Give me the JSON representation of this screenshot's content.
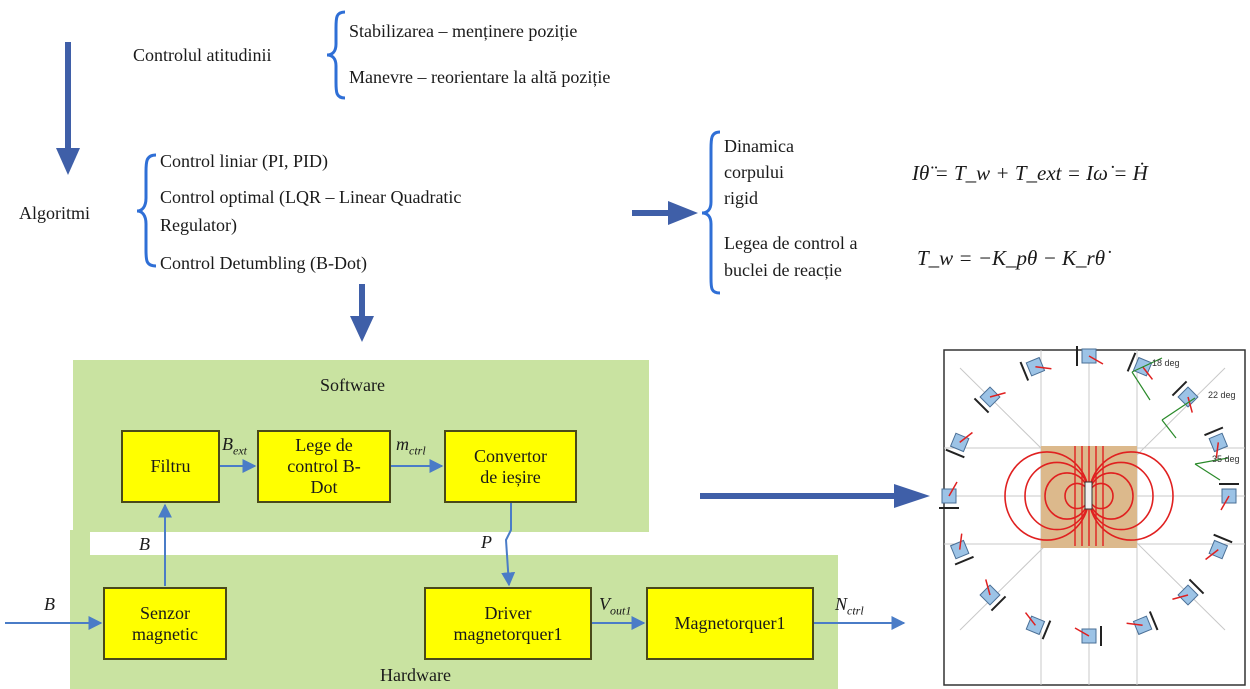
{
  "attitude": {
    "label": "Controlul atitudinii",
    "items": [
      "Stabilizarea – menținere poziție",
      "Manevre – reorientare la altă poziție"
    ]
  },
  "algorithms": {
    "label": "Algoritmi",
    "items": [
      "Control liniar (PI, PID)",
      "Control optimal (LQR – Linear Quadratic",
      "Regulator)",
      "Control Detumbling (B-Dot)"
    ]
  },
  "dynamics": {
    "label_lines": [
      "Dinamica",
      "corpului",
      "rigid"
    ],
    "equation": "Iθ̈ = T_w + T_ext = Iω̇ = Ḣ"
  },
  "control_law": {
    "label_lines": [
      "Legea de control a",
      "buclei de reacție"
    ],
    "equation": "T_w = −K_pθ − K_rθ̇"
  },
  "blocks": {
    "software_label": "Software",
    "hardware_label": "Hardware",
    "filtru": "Filtru",
    "lege_lines": [
      "Lege de",
      "control B-",
      "Dot"
    ],
    "convertor_lines": [
      "Convertor",
      "de ieșire"
    ],
    "senzor_lines": [
      "Senzor",
      "magnetic"
    ],
    "driver_lines": [
      "Driver",
      "magnetorquer1"
    ],
    "magnetorquer": "Magnetorquer1"
  },
  "signals": {
    "b_in": "B",
    "b_sensor": "B",
    "b_ext_main": "B",
    "b_ext_sub": "ext",
    "m_ctrl_main": "m",
    "m_ctrl_sub": "ctrl",
    "p": "P",
    "v_out_main": "V",
    "v_out_sub": "out1",
    "n_ctrl_main": "N",
    "n_ctrl_sub": "ctrl"
  },
  "figure": {
    "angles": [
      "18 deg",
      "22 deg",
      "35 deg"
    ]
  },
  "colors": {
    "arrow_blue": "#3f5fa8",
    "zone_green": "#c9e3a1",
    "block_yellow": "#ffff00",
    "line_blue": "#4a7cc7",
    "brace_blue": "#2f6fd6",
    "field_red": "#e02020",
    "magnet_tan": "#dcb98c",
    "satellite_blue": "#9cc3e6"
  }
}
